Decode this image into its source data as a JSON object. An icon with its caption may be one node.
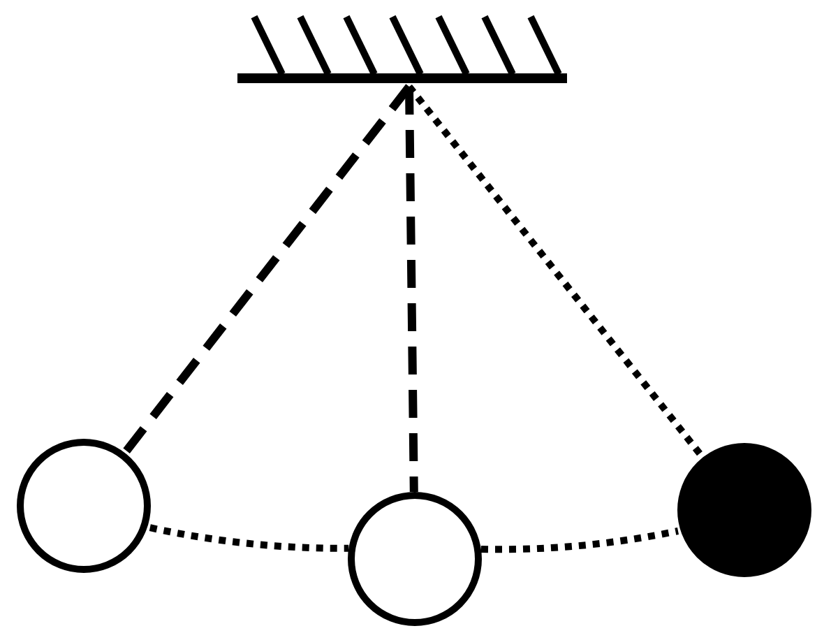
{
  "diagram": {
    "nodes": [
      {
        "text": [],
        "shape": "bar"
      },
      {
        "text": [],
        "shape": "circle"
      },
      {
        "text": [],
        "shape": "circle"
      },
      {
        "text": [],
        "shape": "circle"
      }
    ],
    "edges": [
      {
        "from": 0,
        "to": 1,
        "arrow": "none",
        "style": "dashed"
      },
      {
        "from": 0,
        "to": 2,
        "arrow": "none",
        "style": "dashed"
      },
      {
        "from": 0,
        "to": 3,
        "arrow": "none"
      },
      {
        "from": 1,
        "to": 2,
        "arrow": "none"
      },
      {
        "from": 2,
        "to": 3,
        "arrow": "none"
      }
    ]
  }
}
